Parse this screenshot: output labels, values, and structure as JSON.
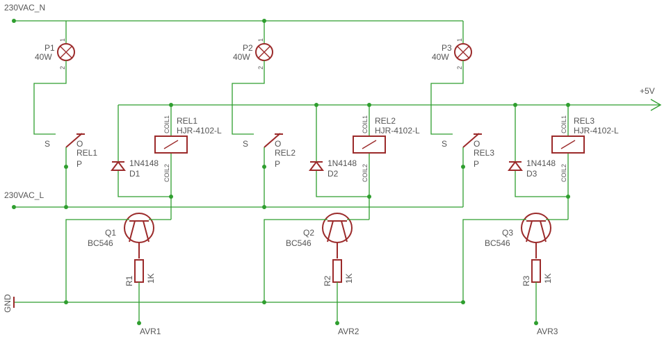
{
  "nets": {
    "neutral": "230VAC_N",
    "line": "230VAC_L",
    "supply": "+5V",
    "ground": "GND"
  },
  "colors": {
    "wire": "#2e9e2e",
    "component": "#9b2a2a",
    "text": "#555555"
  },
  "channels": [
    {
      "lamp": {
        "ref": "P1",
        "value": "40W",
        "pin1": "1",
        "pin2": "2"
      },
      "switch": {
        "ref": "REL1",
        "s": "S",
        "o": "O",
        "p": "P"
      },
      "relay": {
        "ref": "REL1",
        "model": "HJR-4102-L",
        "coil1": "COIL1",
        "coil2": "COIL2"
      },
      "diode": {
        "ref": "D1",
        "model": "1N4148"
      },
      "transistor": {
        "ref": "Q1",
        "model": "BC546"
      },
      "resistor": {
        "ref": "R1",
        "value": "1K"
      },
      "input": "AVR1"
    },
    {
      "lamp": {
        "ref": "P2",
        "value": "40W",
        "pin1": "1",
        "pin2": "2"
      },
      "switch": {
        "ref": "REL2",
        "s": "S",
        "o": "O",
        "p": "P"
      },
      "relay": {
        "ref": "REL2",
        "model": "HJR-4102-L",
        "coil1": "COIL1",
        "coil2": "COIL2"
      },
      "diode": {
        "ref": "D2",
        "model": "1N4148"
      },
      "transistor": {
        "ref": "Q2",
        "model": "BC546"
      },
      "resistor": {
        "ref": "R2",
        "value": "1K"
      },
      "input": "AVR2"
    },
    {
      "lamp": {
        "ref": "P3",
        "value": "40W",
        "pin1": "1",
        "pin2": "2"
      },
      "switch": {
        "ref": "REL3",
        "s": "S",
        "o": "O",
        "p": "P"
      },
      "relay": {
        "ref": "REL3",
        "model": "HJR-4102-L",
        "coil1": "COIL1",
        "coil2": "COIL2"
      },
      "diode": {
        "ref": "D3",
        "model": "1N4148"
      },
      "transistor": {
        "ref": "Q3",
        "model": "BC546"
      },
      "resistor": {
        "ref": "R3",
        "value": "1K"
      },
      "input": "AVR3"
    }
  ]
}
